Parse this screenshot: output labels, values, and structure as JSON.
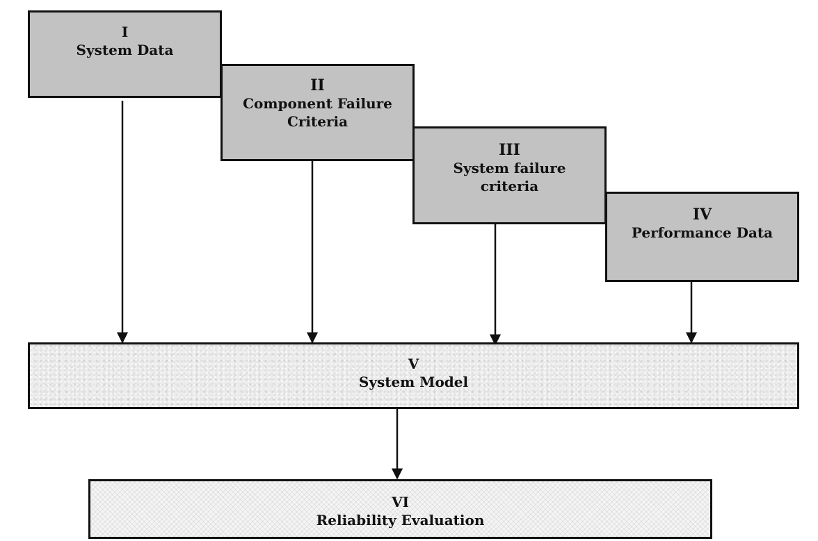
{
  "boxes": {
    "system_data": {
      "num": "I",
      "title": "System Data"
    },
    "component_failure": {
      "num": "II",
      "title_line1": "Component Failure",
      "title_line2": "Criteria"
    },
    "system_failure": {
      "num": "III",
      "title_line1": "System failure",
      "title_line2": "criteria"
    },
    "performance_data": {
      "num": "IV",
      "title": "Performance Data"
    },
    "system_model": {
      "num": "V",
      "title": "System Model"
    },
    "reliability_evaluation": {
      "num": "VI",
      "title": "Reliability Evaluation"
    }
  },
  "colors": {
    "input_box_fill": "#c2c2c2",
    "border": "#111111",
    "model_fill": "#ececec",
    "evaluation_fill": "#f4f4f4"
  },
  "edges": [
    {
      "from": "I System Data",
      "to": "V System Model"
    },
    {
      "from": "II Component Failure Criteria",
      "to": "V System Model"
    },
    {
      "from": "III System failure criteria",
      "to": "V System Model"
    },
    {
      "from": "IV Performance Data",
      "to": "V System Model"
    },
    {
      "from": "V System Model",
      "to": "VI Reliability Evaluation"
    }
  ]
}
